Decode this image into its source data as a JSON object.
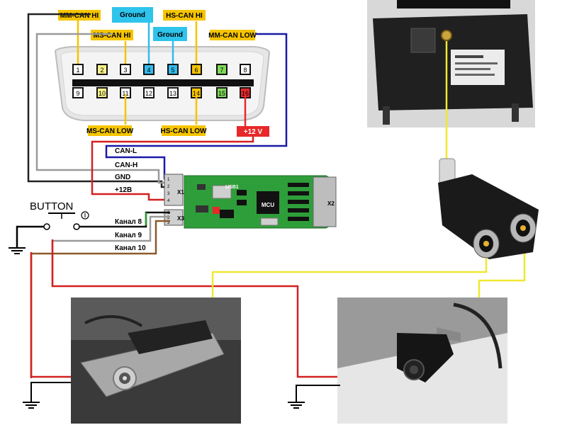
{
  "connector": {
    "top_labels": [
      "MM-CAN HI",
      "Ground",
      "MS-CAN HI",
      "HS-CAN HI",
      "Ground",
      "MM-CAN LOW"
    ],
    "bottom_labels": [
      "MS-CAN LOW",
      "HS-CAN LOW",
      "+12 V"
    ],
    "pins_top": [
      "1",
      "2",
      "3",
      "4",
      "5",
      "6",
      "7",
      "8"
    ],
    "pins_bottom": [
      "9",
      "10",
      "11",
      "12",
      "13",
      "14",
      "15",
      "16"
    ],
    "pin_colors_top": [
      "#ffffff",
      "#f5f08a",
      "#ffffff",
      "#33bbee",
      "#33bbee",
      "#f5c400",
      "#7ed957",
      "#ffffff"
    ],
    "pin_colors_bottom": [
      "#ffffff",
      "#f5f08a",
      "#ffffff",
      "#ffffff",
      "#ffffff",
      "#f5c400",
      "#7ed957",
      "#e8282a"
    ]
  },
  "wires": {
    "can_l": "CAN-L",
    "can_h": "CAN-H",
    "gnd": "GND",
    "plus12": "+12В",
    "ch8": "Канал 8",
    "ch9": "Канал 9",
    "ch10": "Канал 10"
  },
  "board": {
    "usb": "USB1",
    "mcu": "MCU",
    "x1": "X1",
    "x2": "X2",
    "x3": "X3",
    "x1_pins": [
      "1",
      "2",
      "3",
      "4"
    ],
    "x3_pins": [
      "1",
      "2",
      "3"
    ]
  },
  "button": {
    "label": "BUTTON"
  },
  "colors": {
    "label_yellow": "#f5c400",
    "label_cyan": "#2ec4ec",
    "label_red": "#e8282a",
    "wire_red": "#d42020",
    "wire_blue": "#1a1aa8",
    "wire_gray": "#9a9a9a",
    "wire_yellow": "#f0e830",
    "board_green": "#2e9e3a"
  }
}
